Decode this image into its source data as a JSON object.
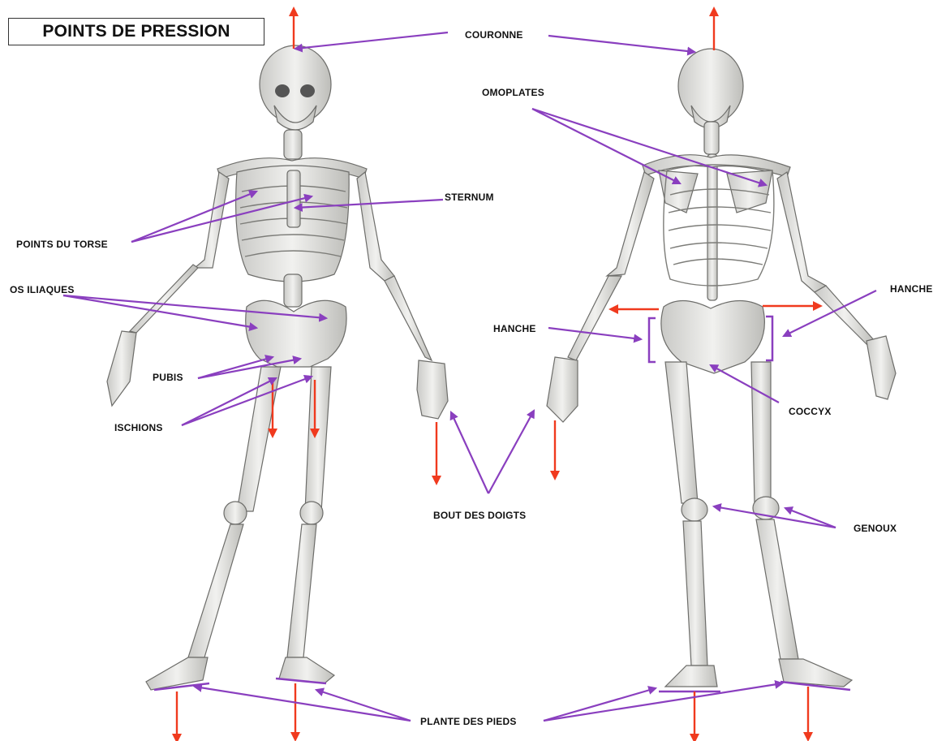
{
  "title": "POINTS DE PRESSION",
  "labels": {
    "couronne": "COURONNE",
    "omoplates": "OMOPLATES",
    "sternum": "STERNUM",
    "points_du_torse": "POINTS DU TORSE",
    "os_iliaques": "OS ILIAQUES",
    "pubis": "PUBIS",
    "ischions": "ISCHIONS",
    "hanche_left": "HANCHE",
    "hanche_right": "HANCHE",
    "coccyx": "COCCYX",
    "genoux": "GENOUX",
    "bout_des_doigts": "BOUT DES DOIGTS",
    "plante_des_pieds": "PLANTE DES PIEDS"
  },
  "colors": {
    "pointer": "#8a3fbf",
    "pressure_arrow": "#f03a1e",
    "bone_fill": "#e4e4e1",
    "bone_stroke": "#6d6d6a"
  },
  "figures": [
    "front-skeleton",
    "back-skeleton"
  ]
}
